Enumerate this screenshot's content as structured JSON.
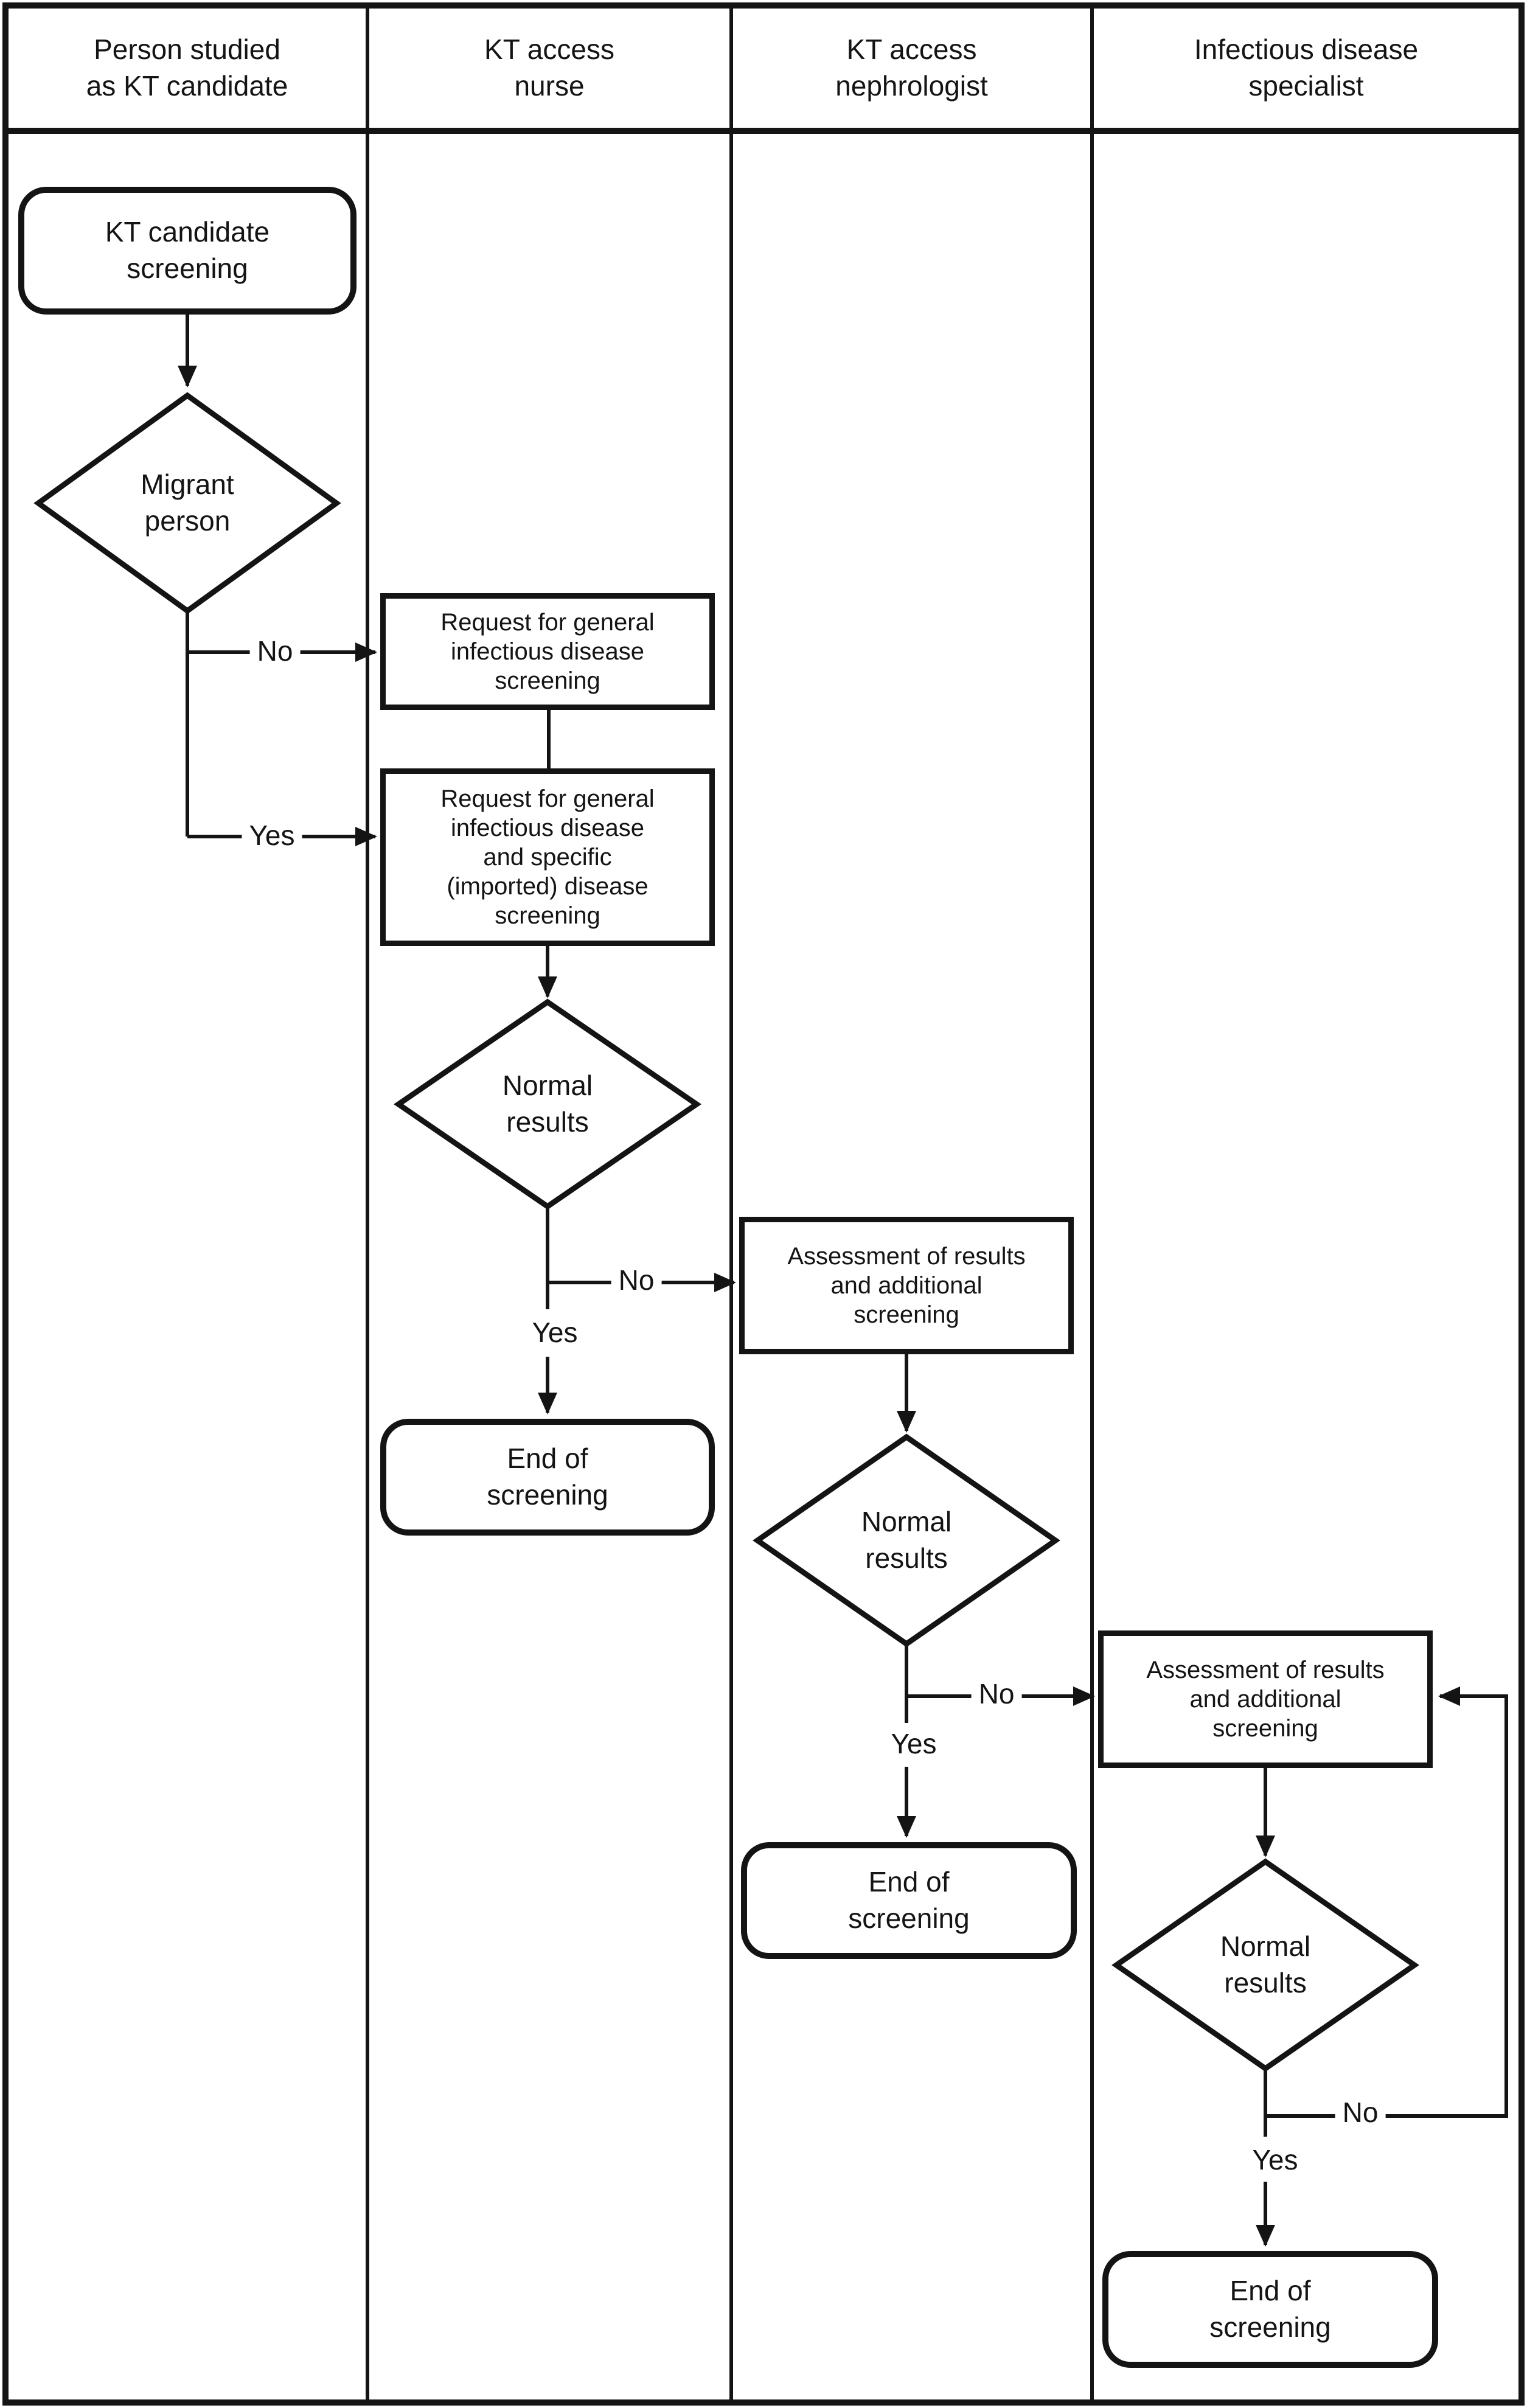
{
  "lanes": [
    {
      "label": "Person studied\nas KT candidate"
    },
    {
      "label": "KT access\nnurse"
    },
    {
      "label": "KT access\nnephrologist"
    },
    {
      "label": "Infectious disease\nspecialist"
    }
  ],
  "nodes": [
    {
      "id": "kt-candidate-screening",
      "type": "terminator",
      "lane": 0,
      "label": "KT candidate\nscreening"
    },
    {
      "id": "migrant-person",
      "type": "decision",
      "lane": 0,
      "label": "Migrant\nperson"
    },
    {
      "id": "request-general-screening",
      "type": "process",
      "lane": 1,
      "label": "Request for general\ninfectious disease\nscreening"
    },
    {
      "id": "request-general-specific-screening",
      "type": "process",
      "lane": 1,
      "label": "Request for general\ninfectious disease\nand specific\n(imported) disease\nscreening"
    },
    {
      "id": "normal-results-nurse",
      "type": "decision",
      "lane": 1,
      "label": "Normal\nresults"
    },
    {
      "id": "end-of-screening-nurse",
      "type": "terminator",
      "lane": 1,
      "label": "End of\nscreening"
    },
    {
      "id": "assessment-nephrologist",
      "type": "process",
      "lane": 2,
      "label": "Assessment of results\nand additional\nscreening"
    },
    {
      "id": "normal-results-nephrologist",
      "type": "decision",
      "lane": 2,
      "label": "Normal\nresults"
    },
    {
      "id": "end-of-screening-nephrologist",
      "type": "terminator",
      "lane": 2,
      "label": "End of\nscreening"
    },
    {
      "id": "assessment-specialist",
      "type": "process",
      "lane": 3,
      "label": "Assessment of results\nand additional\nscreening"
    },
    {
      "id": "normal-results-specialist",
      "type": "decision",
      "lane": 3,
      "label": "Normal\nresults"
    },
    {
      "id": "end-of-screening-specialist",
      "type": "terminator",
      "lane": 3,
      "label": "End of\nscreening"
    }
  ],
  "edge_labels": {
    "migrant_no": "No",
    "migrant_yes": "Yes",
    "nurse_no": "No",
    "nurse_yes": "Yes",
    "nephrologist_no": "No",
    "nephrologist_yes": "Yes",
    "specialist_no": "No",
    "specialist_yes": "Yes"
  },
  "colors": {
    "line": "#141414",
    "background": "#ffffff"
  }
}
